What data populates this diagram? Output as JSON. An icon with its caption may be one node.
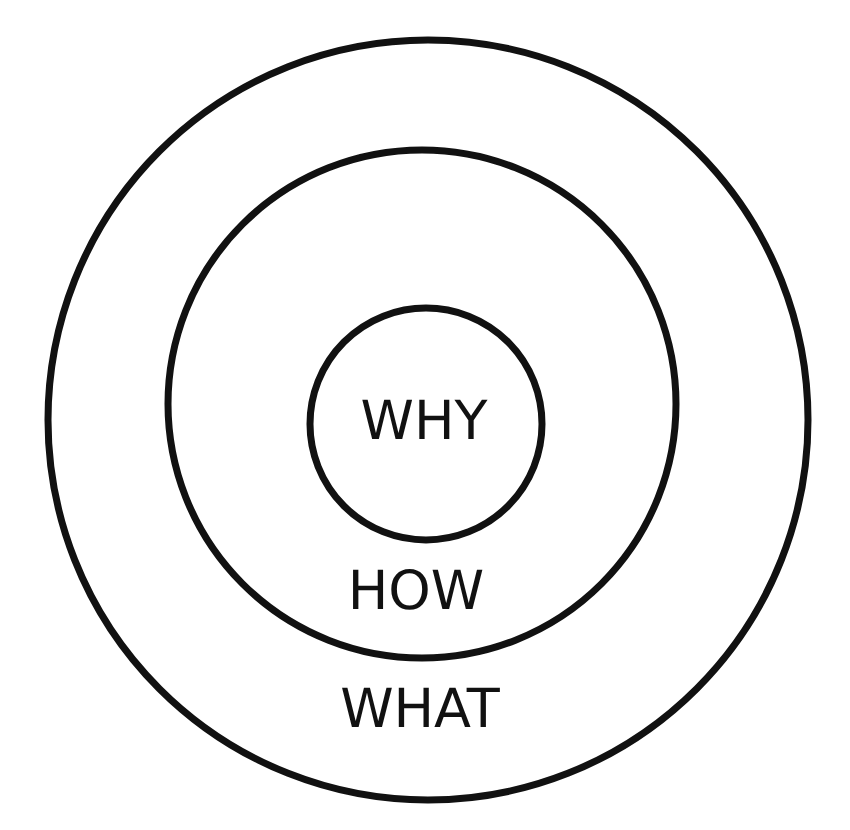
{
  "diagram": {
    "nodes": [
      {
        "text": [
          "WHAT"
        ]
      },
      {
        "text": [
          "HOW"
        ],
        "in": 0
      },
      {
        "text": [
          "WHY"
        ],
        "in": 1
      }
    ]
  }
}
